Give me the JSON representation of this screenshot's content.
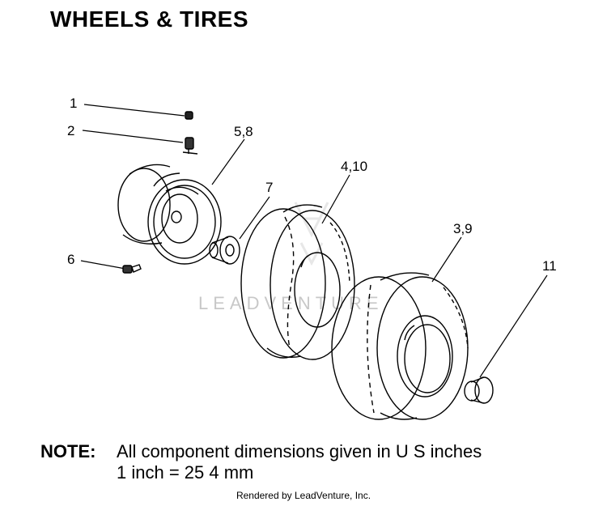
{
  "title": "WHEELS & TIRES",
  "callouts": {
    "c1": "1",
    "c2": "2",
    "c58": "5,8",
    "c6": "6",
    "c7": "7",
    "c410": "4,10",
    "c39": "3,9",
    "c11": "11"
  },
  "watermark": "LEADVENTURE",
  "note": {
    "label": "NOTE:",
    "line1": "All component dimensions given in U S  inches",
    "line2": "1 inch = 25 4 mm"
  },
  "footer": "Rendered by LeadVenture, Inc."
}
